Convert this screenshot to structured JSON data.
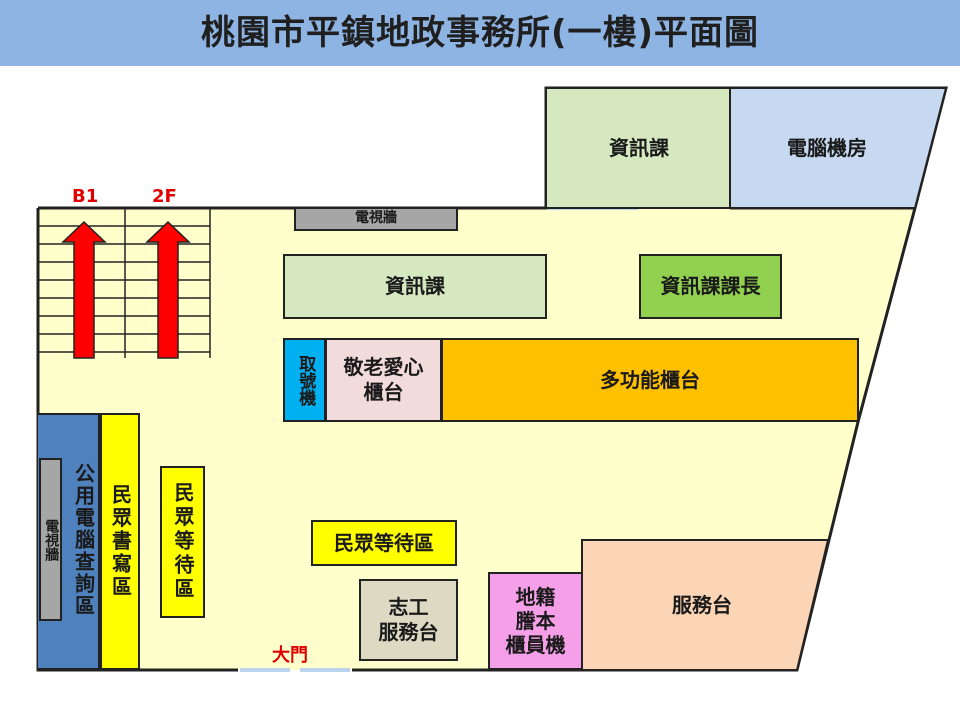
{
  "title": "桃園市平鎮地政事務所(一樓)平面圖",
  "stairs": {
    "b1": "B1",
    "f2": "2F"
  },
  "entrance": "大門",
  "rooms": {
    "info_top": "資訊課",
    "computer_room": "電腦機房",
    "tv_wall_top": "電視牆",
    "info_mid": "資訊課",
    "info_chief": "資訊課課長",
    "ticket": "取號機",
    "elder_counter": "敬老愛心\n櫃台",
    "multi_counter": "多功能櫃台",
    "tv_wall_left": "電視牆",
    "public_pc": "公用電腦查詢區",
    "writing_area": "民眾書寫區",
    "waiting_vertical": "民眾等待區",
    "waiting_horizontal": "民眾等待區",
    "volunteer": "志工\n服務台",
    "land_machine": "地籍\n謄本\n櫃員機",
    "service_desk": "服務台"
  }
}
